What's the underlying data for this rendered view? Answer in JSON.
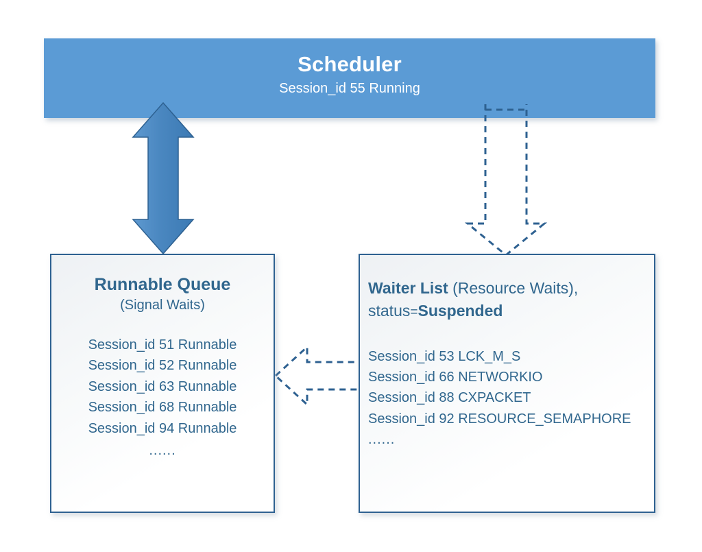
{
  "colors": {
    "header_band": "#5B9BD5",
    "box_border": "#2E6191",
    "text_blue": "#31678E",
    "arrow_solid_fill": "#4A87C0",
    "arrow_solid_stroke": "#2E6191",
    "arrow_dashed_stroke": "#2E6191",
    "page_background": "#FFFFFF"
  },
  "scheduler": {
    "title": "Scheduler",
    "subtitle": "Session_id 55 Running"
  },
  "runnable_queue": {
    "title": "Runnable Queue",
    "subtitle": "(Signal Waits)",
    "items": [
      "Session_id 51 Runnable",
      "Session_id 52 Runnable",
      "Session_id 63 Runnable",
      "Session_id 68 Runnable",
      "Session_id 94 Runnable"
    ],
    "ellipsis": "......"
  },
  "waiter_list": {
    "title": "Waiter List",
    "title_suffix": "(Resource Waits),",
    "status_label": "status",
    "status_equals": "=",
    "status_value": "Suspended",
    "items": [
      "Session_id 53 LCK_M_S",
      "Session_id 66 NETWORKIO",
      "Session_id 88 CXPACKET",
      "Session_id 92 RESOURCE_SEMAPHORE"
    ],
    "ellipsis": "......"
  },
  "arrows": {
    "scheduler_to_runnable": "double-headed-vertical-arrow",
    "scheduler_to_waiter": "dashed-down-arrow",
    "waiter_to_runnable": "dashed-left-arrow"
  }
}
